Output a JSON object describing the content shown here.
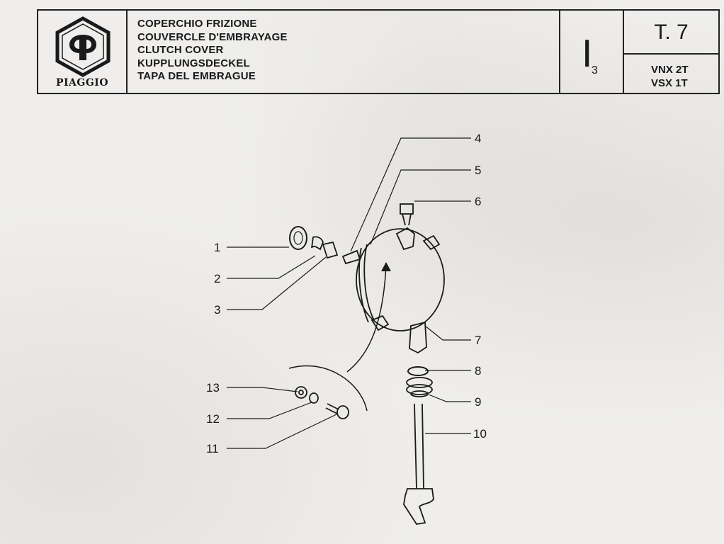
{
  "header": {
    "brand": "PIAGGIO",
    "titles": [
      "COPERCHIO FRIZIONE",
      "COUVERCLE D'EMBRAYAGE",
      "CLUTCH COVER",
      "KUPPLUNGSDECKEL",
      "TAPA DEL EMBRAGUE"
    ],
    "section": "I",
    "section_sub": "3",
    "table_number": "T. 7",
    "models": [
      "VNX 2T",
      "VSX 1T"
    ]
  },
  "callouts": {
    "c1": "1",
    "c2": "2",
    "c3": "3",
    "c4": "4",
    "c5": "5",
    "c6": "6",
    "c7": "7",
    "c8": "8",
    "c9": "9",
    "c10": "10",
    "c11": "11",
    "c12": "12",
    "c13": "13"
  },
  "colors": {
    "ink": "#1a1a1a",
    "paper": "#efeeec"
  }
}
